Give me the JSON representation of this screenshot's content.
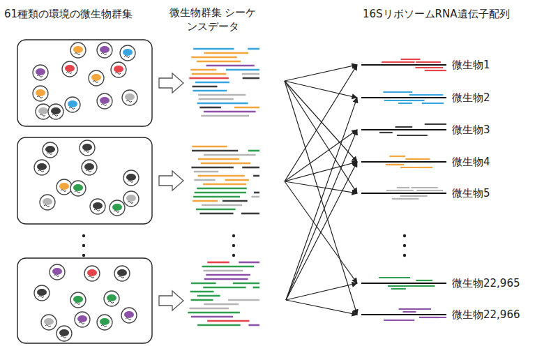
{
  "diagram": {
    "labels": [
      "61種類の環境の微生物群集",
      "微生物群集 シーケンスデータ",
      "16SリボソームRNA遺伝子配列",
      "微生物1",
      "微生物2",
      "微生物3",
      "微生物4",
      "微生物5",
      "微生物22,965",
      "微生物22,966"
    ]
  }
}
